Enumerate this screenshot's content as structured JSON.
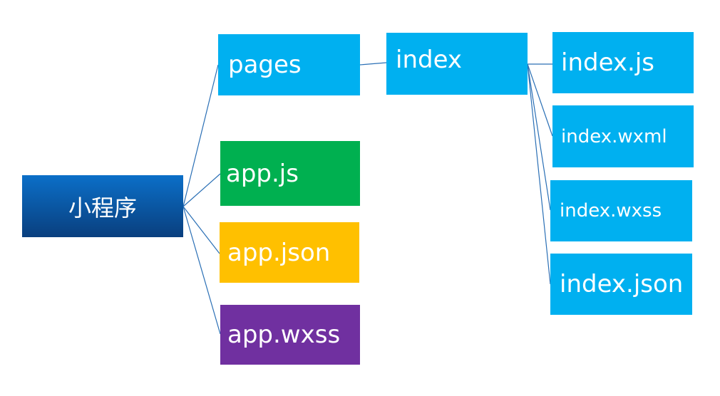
{
  "diagram": {
    "root": {
      "label": "小程序",
      "color_top": "#0b6fc8",
      "color_bottom": "#0a3f7e"
    },
    "level1": [
      {
        "label": "pages",
        "color": "#00b0f0"
      },
      {
        "label": "app.js",
        "color": "#00b050"
      },
      {
        "label": "app.json",
        "color": "#ffc000"
      },
      {
        "label": "app.wxss",
        "color": "#7030a0"
      }
    ],
    "level2": [
      {
        "label": "index",
        "color": "#00b0f0"
      }
    ],
    "level3": [
      {
        "label": "index.js",
        "color": "#00b0f0"
      },
      {
        "label": "index.wxml",
        "color": "#00b0f0"
      },
      {
        "label": "index.wxss",
        "color": "#00b0f0"
      },
      {
        "label": "index.json",
        "color": "#00b0f0"
      }
    ],
    "connector_color": "#2a6fb5"
  }
}
